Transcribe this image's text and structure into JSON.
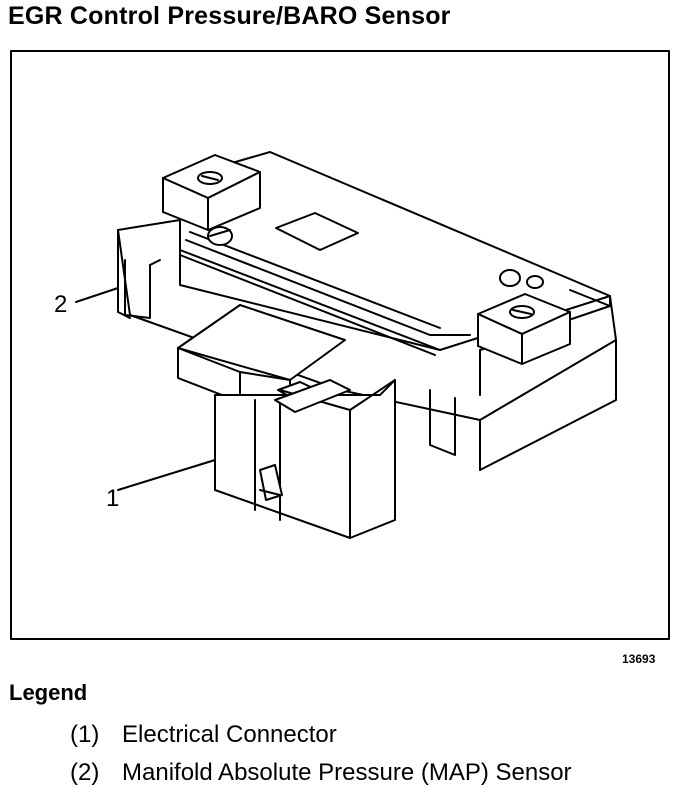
{
  "title": "EGR Control Pressure/BARO Sensor",
  "figure_number": "13693",
  "callouts": [
    {
      "id": "1",
      "target": "Electrical Connector"
    },
    {
      "id": "2",
      "target": "Manifold Absolute Pressure (MAP) Sensor"
    }
  ],
  "legend": {
    "heading": "Legend",
    "items": [
      {
        "num": "(1)",
        "label": "Electrical Connector"
      },
      {
        "num": "(2)",
        "label": "Manifold Absolute Pressure (MAP) Sensor"
      }
    ]
  }
}
